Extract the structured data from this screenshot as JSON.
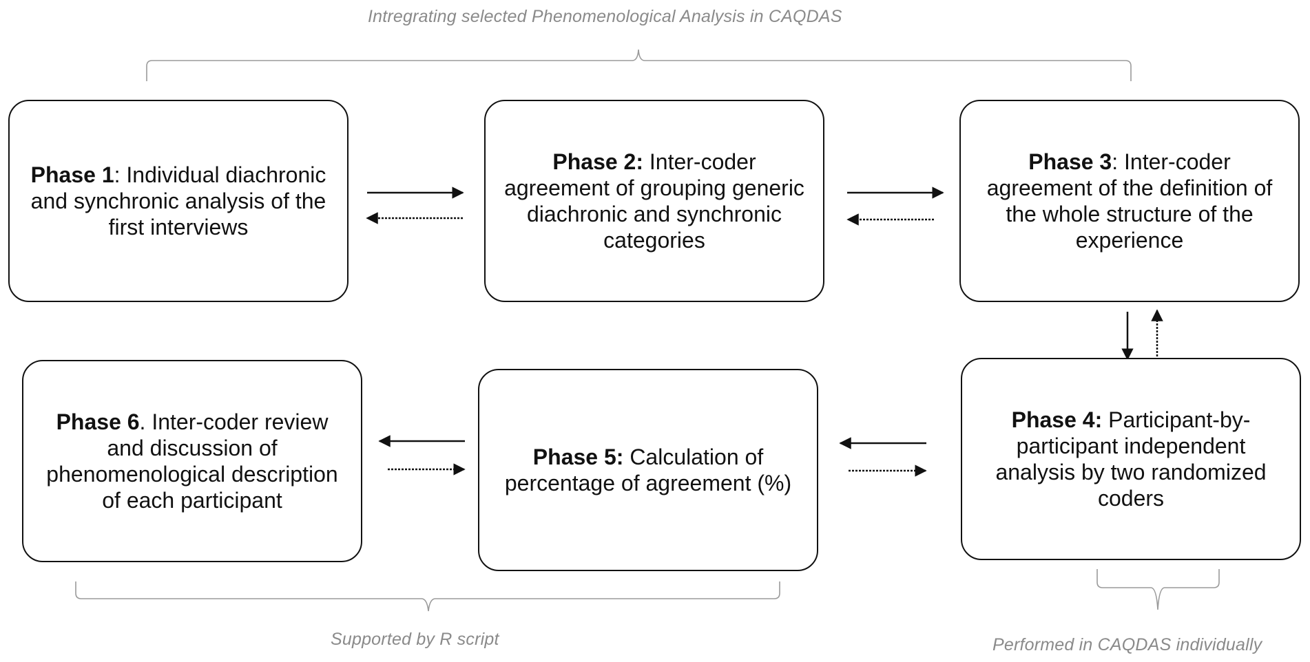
{
  "labels": {
    "top": "Intregrating selected Phenomenological Analysis  in CAQDAS",
    "bottom_left": "Supported by R script",
    "bottom_right": "Performed in CAQDAS individually"
  },
  "phases": {
    "p1": {
      "name": "Phase 1",
      "text": ": Individual diachronic and synchronic analysis of the first interviews"
    },
    "p2": {
      "name": "Phase 2:",
      "text": " Inter-coder agreement of grouping generic diachronic and synchronic categories"
    },
    "p3": {
      "name": "Phase 3",
      "text": ": Inter-coder agreement of the definition of the whole structure of the experience"
    },
    "p4": {
      "name": "Phase 4:",
      "text": " Participant-by-participant independent analysis by two randomized coders"
    },
    "p5": {
      "name": "Phase 5:",
      "text": " Calculation of percentage  of agreement (%)"
    },
    "p6": {
      "name": "Phase 6",
      "text": ". Inter-coder review and discussion of phenomenological description of each participant"
    }
  },
  "colors": {
    "border": "#111111",
    "label": "#8a8a8a",
    "bracket": "#9a9a9a"
  }
}
